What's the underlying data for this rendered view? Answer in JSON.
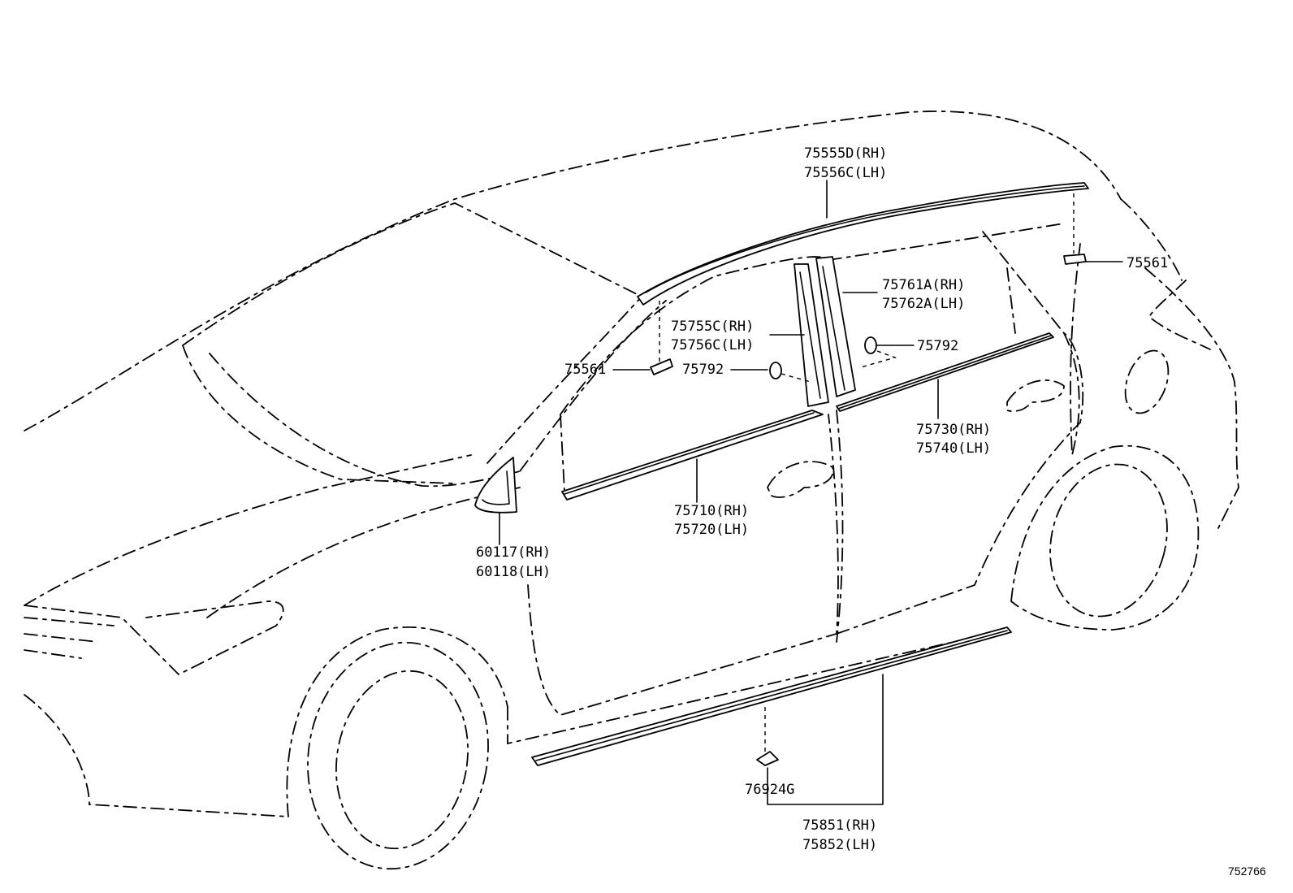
{
  "labels": {
    "roof_molding": [
      "75555D(RH)",
      "75556C(LH)"
    ],
    "clip_rear": "75561",
    "clip_front": "75561",
    "rear_pillar_garnish": [
      "75761A(RH)",
      "75762A(LH)"
    ],
    "front_pillar_garnish": [
      "75755C(RH)",
      "75756C(LH)"
    ],
    "clip_front_pillar": "75792",
    "clip_rear_pillar": "75792",
    "rear_belt_molding": [
      "75730(RH)",
      "75740(LH)"
    ],
    "front_belt_molding": [
      "75710(RH)",
      "75720(LH)"
    ],
    "corner_cover": [
      "60117(RH)",
      "60118(LH)"
    ],
    "rocker_clip": "76924G",
    "rocker_molding": [
      "75851(RH)",
      "75852(LH)"
    ]
  },
  "figure_ref": "752766"
}
